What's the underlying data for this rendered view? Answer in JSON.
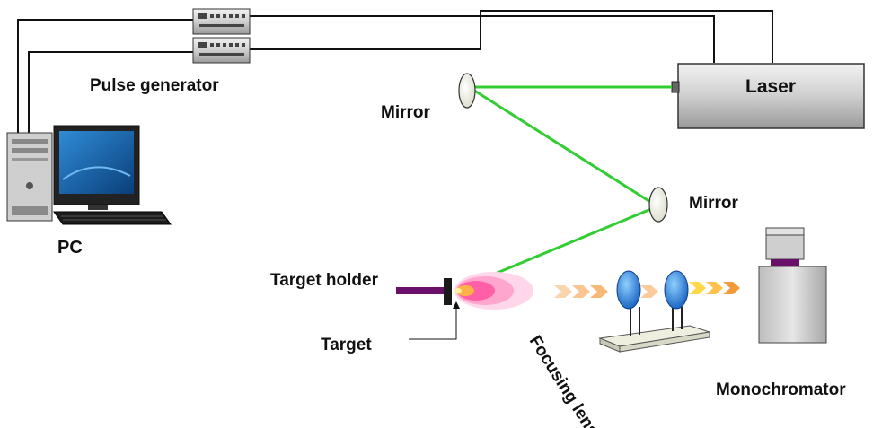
{
  "labels": {
    "pulse_generator": "Pulse generator",
    "laser": "Laser",
    "mirror_top": "Mirror",
    "mirror_right": "Mirror",
    "pc": "PC",
    "target_holder": "Target holder",
    "target": "Target",
    "focusing_lens": "Focusing lens",
    "monochromator": "Monochromator"
  },
  "colors": {
    "beam": "#33cc33",
    "target_holder": "#6a0f6a",
    "plasma": "#ff3e96",
    "lens": "#1e90ff",
    "arrows": "#f5a04a"
  },
  "icons": [
    "pc-icon",
    "pulse-generator-icon",
    "laser-icon",
    "mirror-icon",
    "lens-icon",
    "monochromator-icon",
    "plasma-plume-icon"
  ]
}
